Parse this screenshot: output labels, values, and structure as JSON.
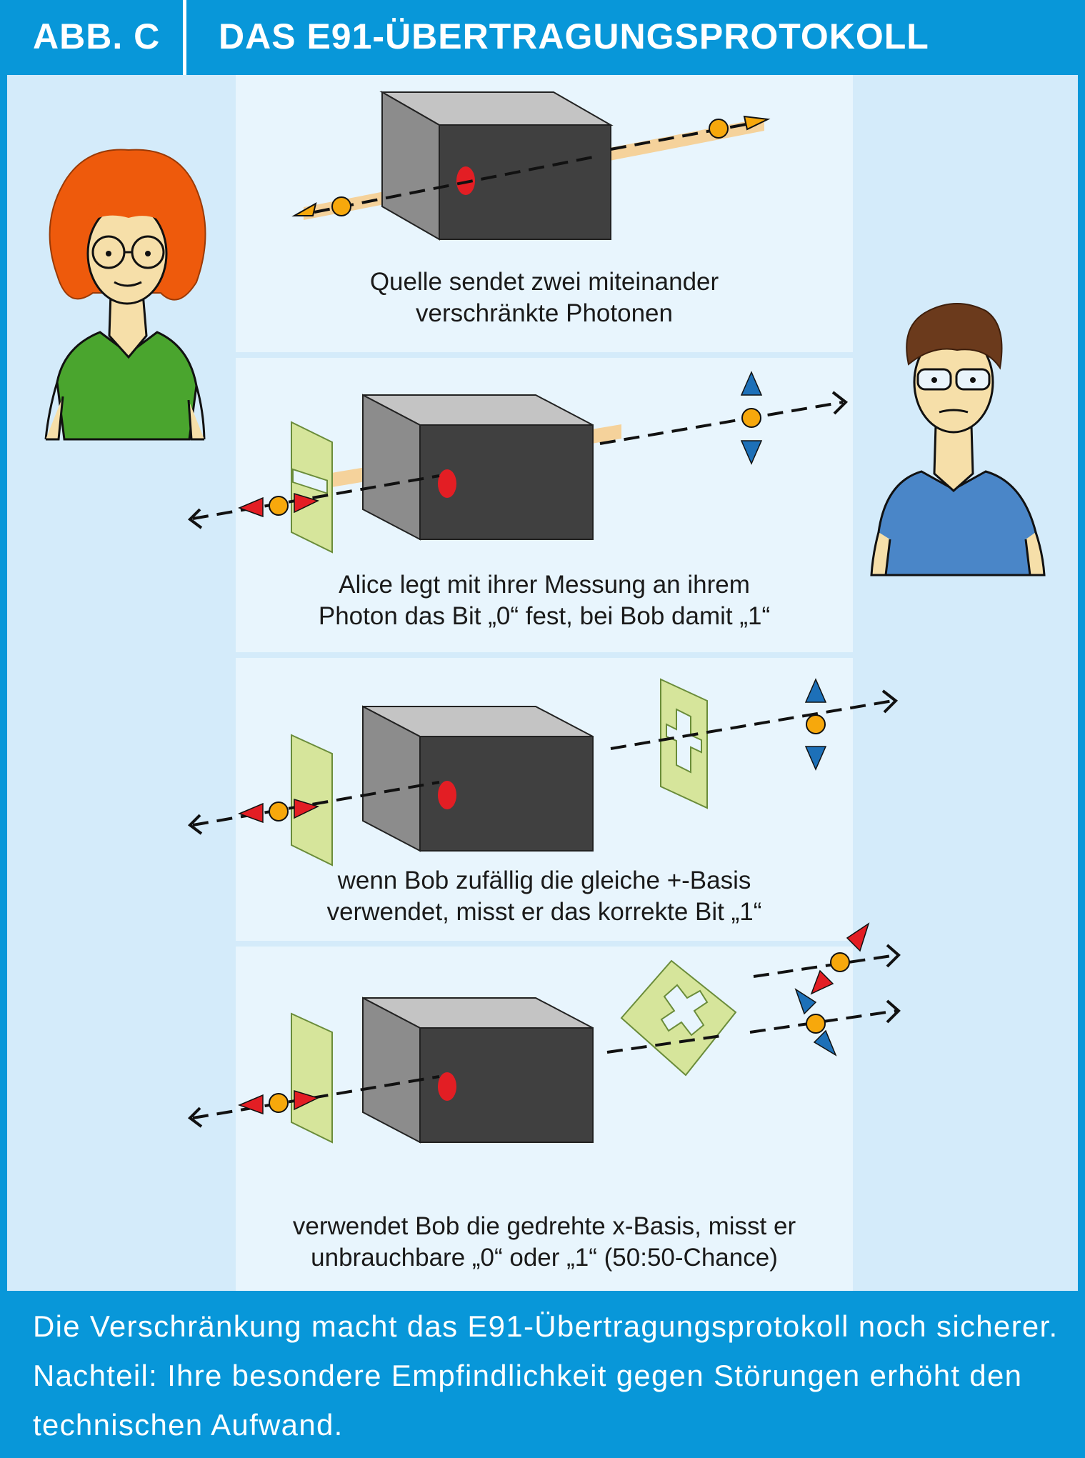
{
  "header": {
    "label": "ABB. C",
    "title": "DAS E91-ÜBERTRAGUNGSPROTOKOLL"
  },
  "panels": [
    {
      "caption_line1": "Quelle sendet zwei miteinander",
      "caption_line2": "verschränkte Photonen"
    },
    {
      "caption_line1": "Alice legt mit ihrer Messung an ihrem",
      "caption_line2": "Photon das Bit „0“ fest, bei Bob damit „1“"
    },
    {
      "caption_line1": "wenn Bob zufällig die gleiche +-Basis",
      "caption_line2": "verwendet, misst er das korrekte Bit „1“"
    },
    {
      "caption_line1": "verwendet Bob die gedrehte x-Basis, misst er",
      "caption_line2": "unbrauchbare „0“ oder „1“ (50:50-Chance)"
    }
  ],
  "footer": {
    "text": "Die Verschränkung macht das E91-Übertragungsprotokoll noch sicherer. Nachteil: Ihre besondere Empfindlichkeit gegen Störungen erhöht den technischen Aufwand."
  },
  "colors": {
    "frame": "#0897d9",
    "background": "#d4ebfa",
    "panel": "#e8f5fd",
    "photon": "#f7a80c",
    "beam": "#f5d29b",
    "alice_arrow": "#e31e24",
    "bob_arrow": "#1d70b8",
    "filter": "#d6e59b",
    "alice_shirt": "#4aa52e",
    "bob_shirt": "#4a86c8",
    "alice_hair": "#ee5a0c",
    "bob_hair": "#6b3a1c"
  },
  "icons": [
    "alice-character",
    "bob-character",
    "photon-source-box",
    "polarization-filter",
    "photon-icon"
  ]
}
